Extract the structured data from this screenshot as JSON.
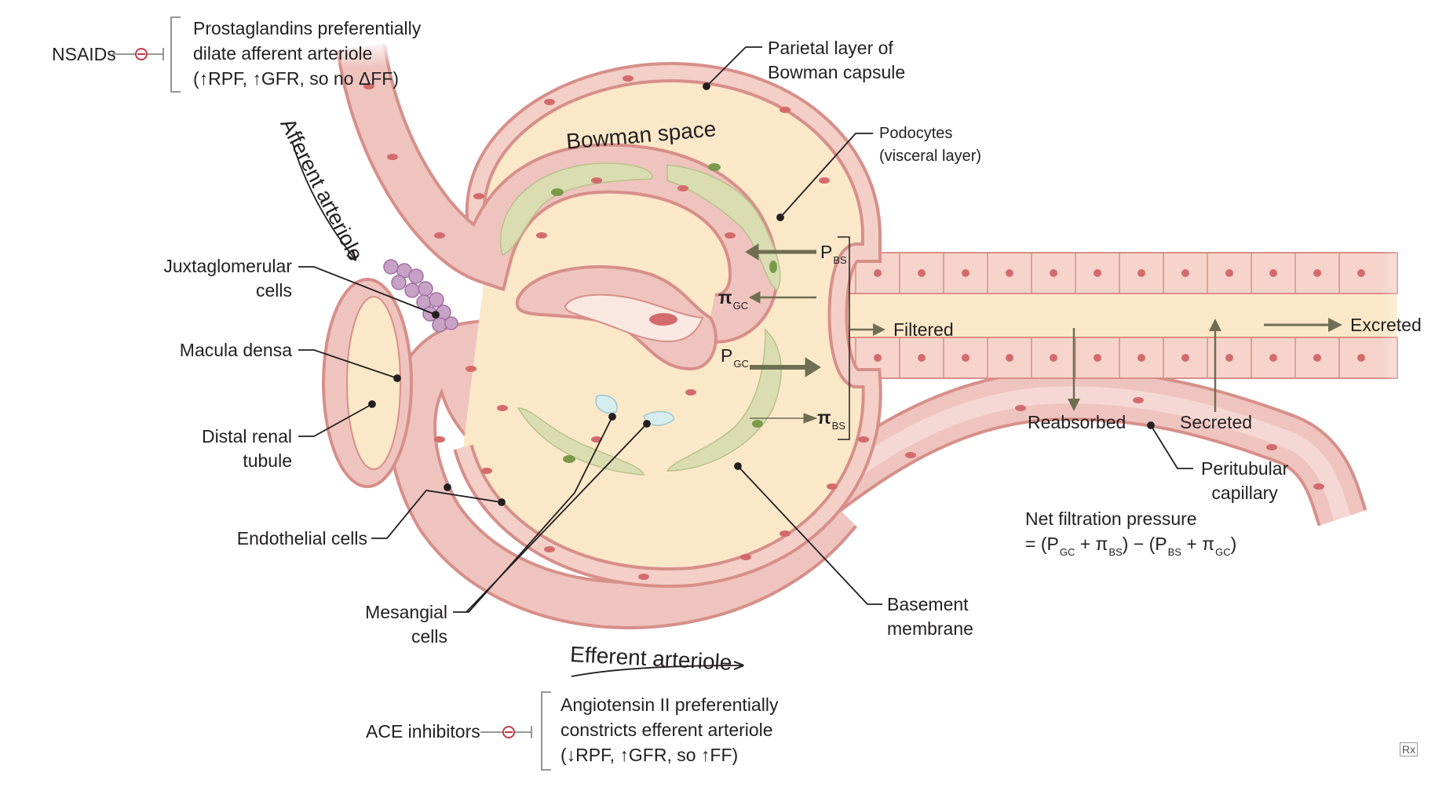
{
  "labels": {
    "nsaids": "NSAIDs",
    "prostaglandins": [
      "Prostaglandins preferentially",
      "dilate afferent arteriole",
      "(↑RPF,  ↑GFR, so no ΔFF)"
    ],
    "parietal": [
      "Parietal layer of",
      "Bowman capsule"
    ],
    "bowman_space": "Bowman space",
    "podocytes": [
      "Podocytes",
      "(visceral layer)"
    ],
    "afferent": "Afferent arteriole",
    "juxtaglomerular": [
      "Juxtaglomerular",
      "cells"
    ],
    "macula_densa": "Macula densa",
    "distal_tubule": [
      "Distal renal",
      "tubule"
    ],
    "endothelial": "Endothelial cells",
    "mesangial": [
      "Mesangial",
      "cells"
    ],
    "efferent": "Efferent arteriole",
    "basement": [
      "Basement",
      "membrane"
    ],
    "peritubular": [
      "Peritubular",
      "capillary"
    ],
    "filtered": "Filtered",
    "excreted": "Excreted",
    "reabsorbed": "Reabsorbed",
    "secreted": "Secreted",
    "p_bs": {
      "main": "P",
      "sub": "BS"
    },
    "pi_gc": {
      "main": "π",
      "sub": "GC"
    },
    "p_gc": {
      "main": "P",
      "sub": "GC"
    },
    "pi_bs": {
      "main": "π",
      "sub": "BS"
    },
    "ace": "ACE inhibitors",
    "angiotensin": [
      "Angiotensin II preferentially",
      "constricts efferent arteriole",
      "(↓RPF, ↑GFR, so  ↑FF)"
    ],
    "nfp_title": "Net filtration pressure",
    "nfp_formula": {
      "eq": "= (P",
      "s1": "GC",
      "plus1": " + π",
      "s2": "BS",
      "mid": ") − (P",
      "s3": "BS",
      "plus2": " + π",
      "s4": "GC",
      "end": ")"
    },
    "rx": "Rx"
  },
  "colors": {
    "vessel": "#efc4bf",
    "vessel_edge": "#d78f89",
    "nucleus": "#d36b6d",
    "capsule_fill": "#fbe8c9",
    "podocyte": "#d9ddb1",
    "podocyte_nucleus": "#7a9a4a",
    "arrow": "#6e6e52",
    "jg": "#b988b6",
    "inhibit": "#c23b45"
  }
}
